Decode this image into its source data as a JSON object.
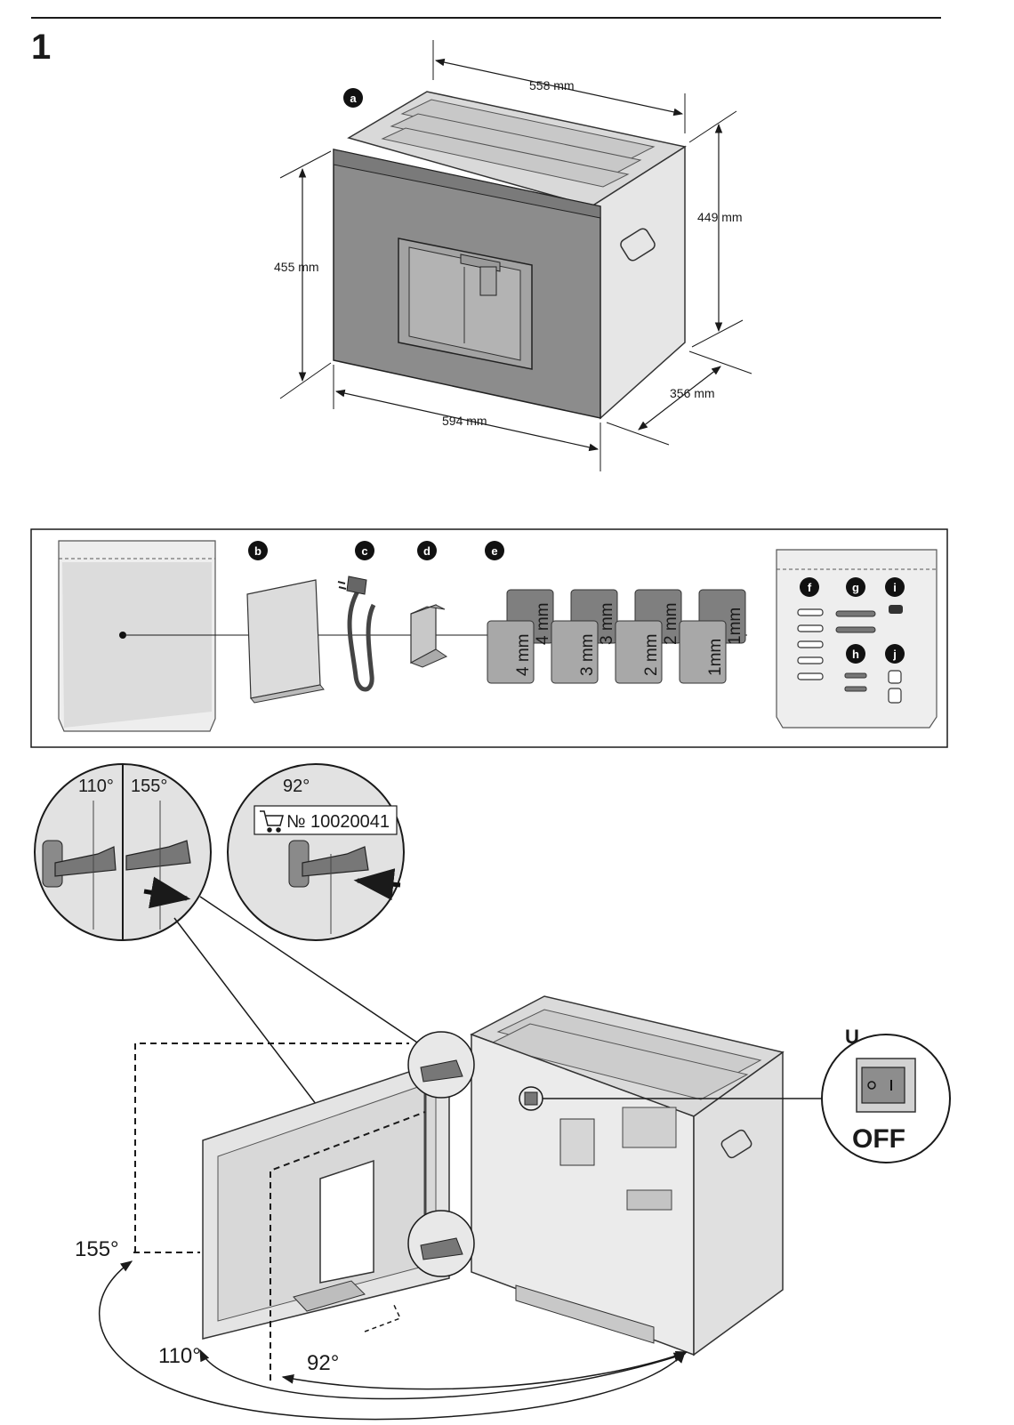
{
  "step_number": "1",
  "appliance": {
    "badge": "a",
    "dimensions": {
      "depth_top": "558 mm",
      "height_right": "449 mm",
      "height_left": "455 mm",
      "width_front": "594 mm",
      "depth_side": "356 mm"
    }
  },
  "accessories": {
    "badges": [
      "b",
      "c",
      "d",
      "e"
    ],
    "shims": [
      "4 mm",
      "3 mm",
      "2 mm",
      "1mm"
    ],
    "screw_badges": [
      "f",
      "g",
      "i",
      "h",
      "j"
    ]
  },
  "hinge_details": {
    "angle_110": "110°",
    "angle_155": "155°",
    "angle_92": "92°",
    "part_number": "№ 10020041"
  },
  "switch": {
    "label": "U",
    "state": "OFF"
  },
  "door_angles": [
    "155°",
    "110°",
    "92°"
  ]
}
